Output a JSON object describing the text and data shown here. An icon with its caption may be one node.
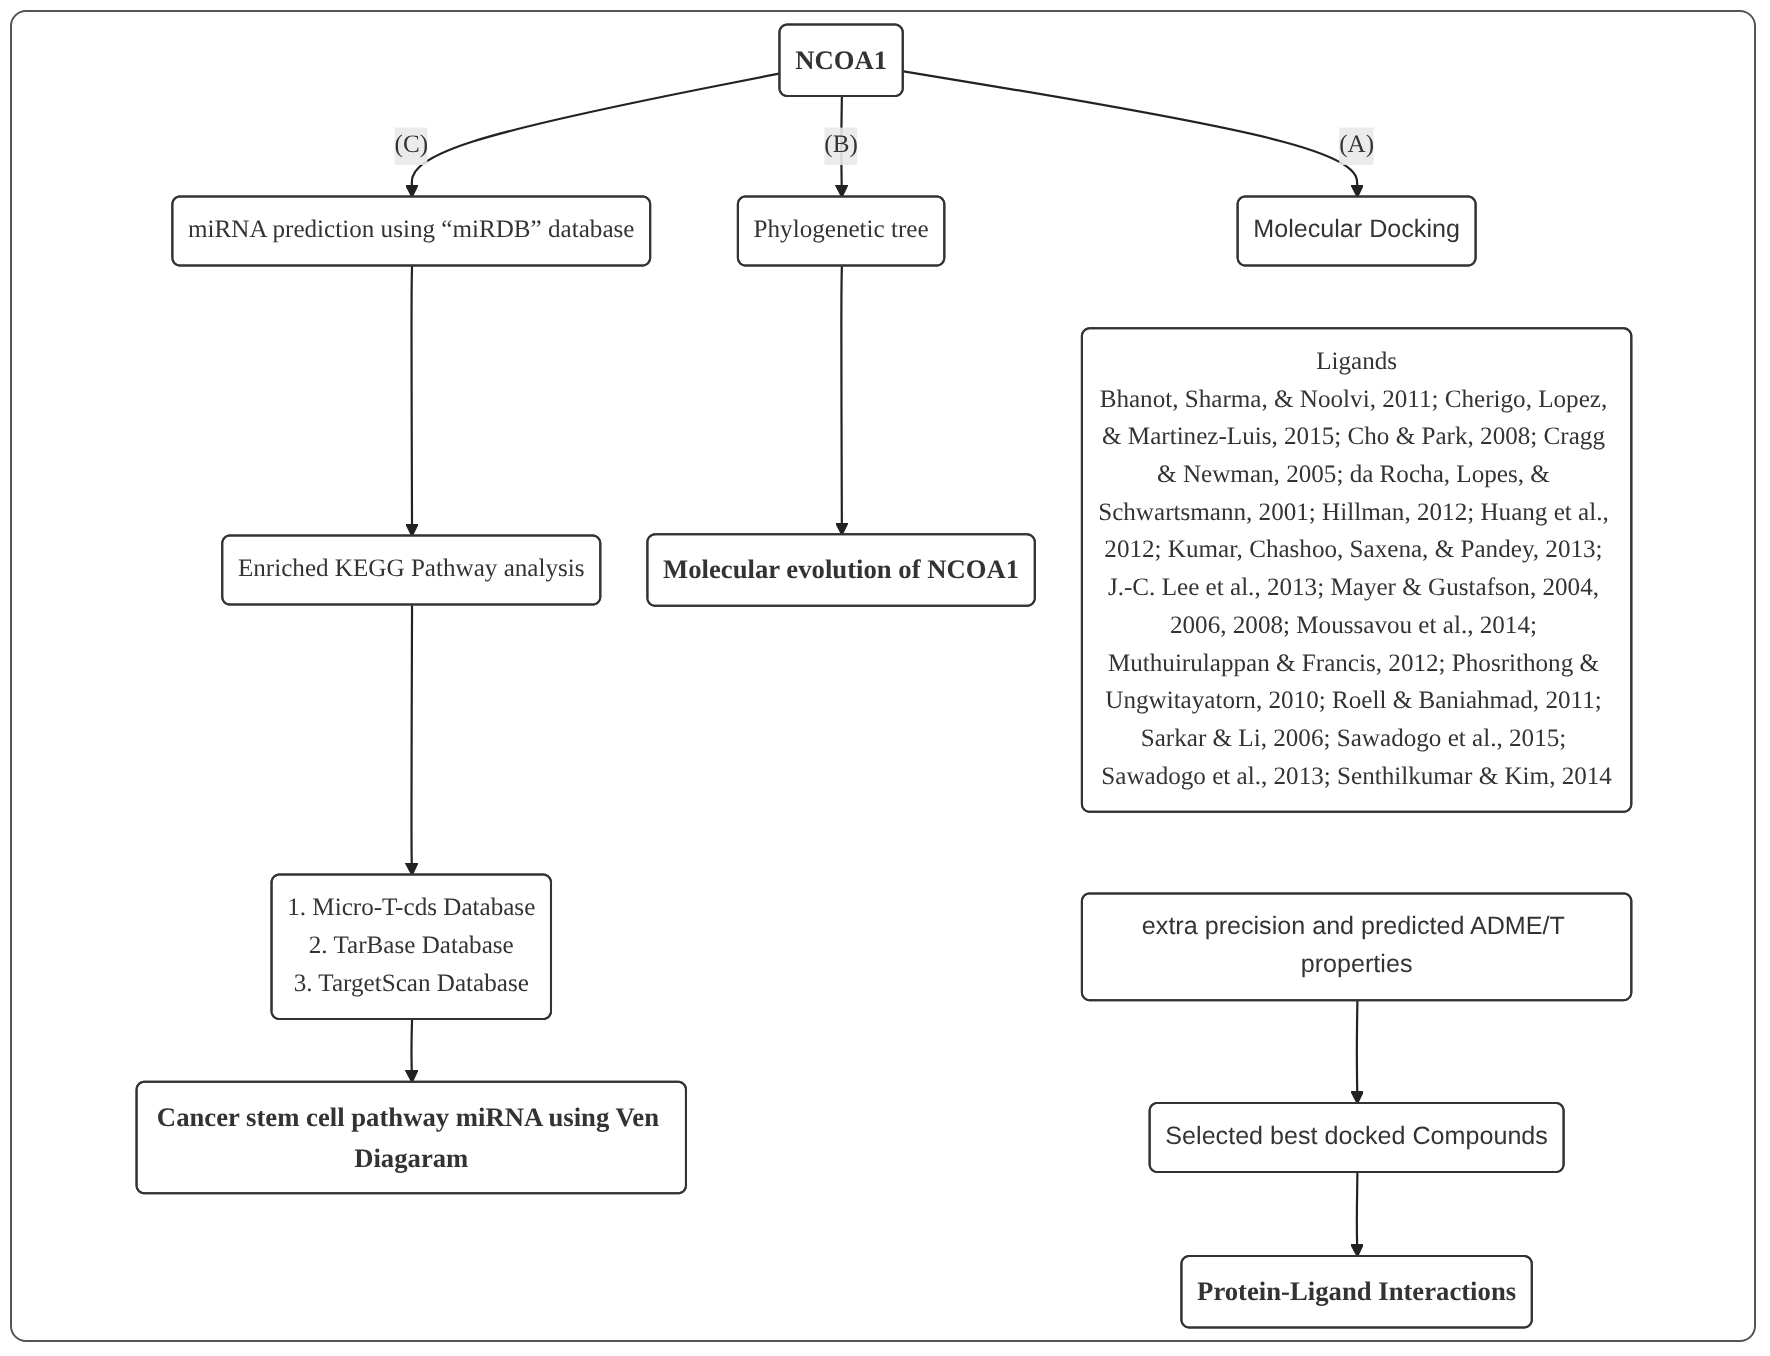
{
  "diagram": {
    "nodes": [
      {
        "text": [
          "NCOA1"
        ]
      },
      {
        "text": [
          "Molecular Docking"
        ]
      },
      {
        "text": [
          "Ligands",
          "Bhanot, Sharma, & Noolvi, 2011; Cherigo, Lopez, & Martinez-Luis, 2015; Cho & Park, 2008; Cragg & Newman, 2005; da Rocha, Lopes, & Schwartsmann, 2001; Hillman, 2012; Huang et al., 2012; Kumar, Chashoo, Saxena, & Pandey, 2013; J.-C. Lee et al., 2013; Mayer & Gustafson, 2004, 2006, 2008; Moussavou et al., 2014; Muthuirulappan & Francis, 2012; Phosrithong & Ungwitayatorn, 2010; Roell & Baniahmad, 2011; Sarkar & Li, 2006; Sawadogo et al., 2015; Sawadogo et al., 2013; Senthilkumar & Kim, 2014"
        ]
      },
      {
        "text": [
          "Phylogenetic tree"
        ]
      },
      {
        "text": [
          "Molecular evolution of NCOA1"
        ]
      },
      {
        "text": [
          "miRNA prediction using “miRDB” database"
        ]
      },
      {
        "text": [
          "Enriched KEGG Pathway analysis"
        ]
      },
      {
        "text": [
          "1. Micro-T-cds Database",
          "2. TarBase Database",
          "3. TargetScan Database"
        ]
      },
      {
        "text": [
          "Cancer stem cell pathway miRNA using Ven Diagaram"
        ]
      },
      {
        "text": [
          "extra precision and predicted ADME/T properties"
        ]
      },
      {
        "text": [
          "Selected best docked Compounds"
        ]
      },
      {
        "text": [
          "Protein-Ligand Interactions"
        ]
      }
    ],
    "edges": [
      {
        "from": 0,
        "to": 1,
        "arrow": "to",
        "label": "(A)"
      },
      {
        "from": 0,
        "to": 3,
        "arrow": "to",
        "label": "(B)"
      },
      {
        "from": 0,
        "to": 5,
        "arrow": "to",
        "label": "(C)"
      },
      {
        "from": 3,
        "to": 4,
        "arrow": "to"
      },
      {
        "from": 5,
        "to": 6,
        "arrow": "to"
      },
      {
        "from": 6,
        "to": 7,
        "arrow": "to"
      },
      {
        "from": 7,
        "to": 8,
        "arrow": "to"
      },
      {
        "from": 9,
        "to": 10,
        "arrow": "to"
      },
      {
        "from": 10,
        "to": 11,
        "arrow": "to"
      }
    ]
  }
}
